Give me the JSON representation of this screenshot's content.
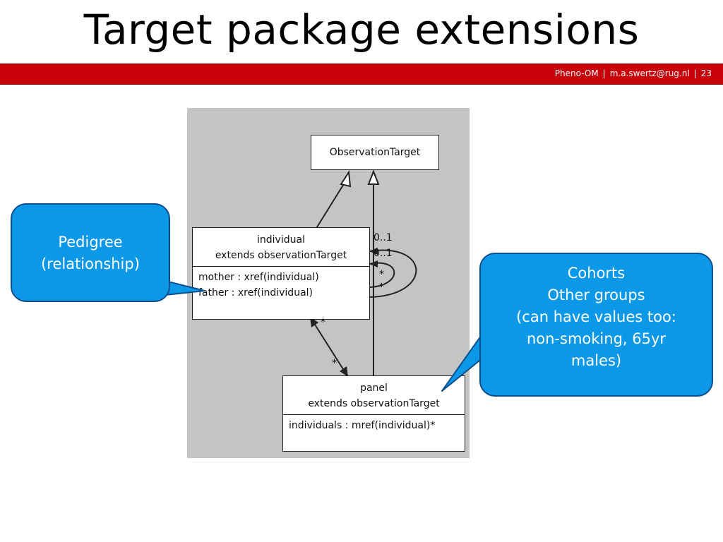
{
  "slide": {
    "title": "Target package extensions",
    "footer": {
      "project": "Pheno-OM",
      "email": "m.a.swertz@rug.nl",
      "page": "23",
      "separator": "|"
    }
  },
  "diagram": {
    "observation_target": "ObservationTarget",
    "individual": {
      "name": "individual",
      "extends": "extends observationTarget",
      "attributes": [
        "mother : xref(individual)",
        "father : xref(individual)"
      ]
    },
    "panel": {
      "name": "panel",
      "extends": "extends observationTarget",
      "attributes": [
        "individuals : mref(individual)*"
      ]
    },
    "multiplicities": {
      "self_top": "0..1",
      "self_mid": "0..1",
      "star_1": "*",
      "star_2": "*",
      "star_3": "*",
      "star_4": "*"
    }
  },
  "callouts": {
    "pedigree": [
      "Pedigree",
      "(relationship)"
    ],
    "cohorts": [
      "Cohorts",
      "Other groups",
      "(can have values too:",
      "non-smoking, 65yr",
      "males)"
    ]
  },
  "colors": {
    "red_bar": "#c8000a",
    "callout_fill": "#0b98e8",
    "callout_border": "#0a4e8a",
    "diagram_bg": "#c4c4c4"
  }
}
